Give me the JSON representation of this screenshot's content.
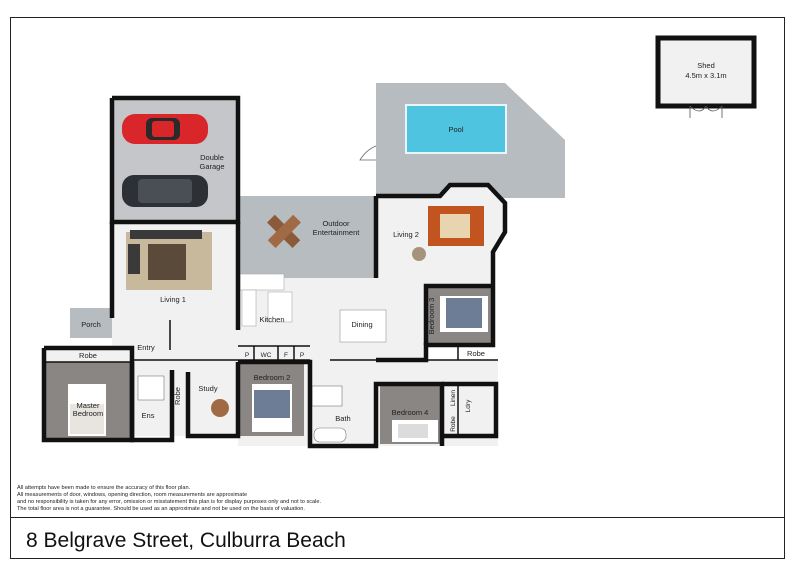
{
  "rooms": {
    "shed": "Shed",
    "shed_size": "4.5m x 3.1m",
    "pool": "Pool",
    "double_garage_1": "Double",
    "double_garage_2": "Garage",
    "outdoor_1": "Outdoor",
    "outdoor_2": "Entertainment",
    "living2": "Living 2",
    "living1": "Living 1",
    "kitchen": "Kitchen",
    "dining": "Dining",
    "bedroom3": "Bedroom 3",
    "robe_b3": "Robe",
    "porch": "Porch",
    "entry": "Entry",
    "robe_master": "Robe",
    "master_1": "Master",
    "master_2": "Bedroom",
    "ens": "Ens",
    "robe_ens": "Robe",
    "study": "Study",
    "p1": "P",
    "wc": "WC",
    "f": "F",
    "p2": "P",
    "bedroom2": "Bedroom 2",
    "bath": "Bath",
    "bedroom4": "Bedroom 4",
    "linen": "Linen",
    "robe_b4": "Robe",
    "ldry": "Ldry"
  },
  "colors": {
    "wall": "#111111",
    "floor": "#f1f1f1",
    "garage": "#c4c6c9",
    "outdoor": "#b7bcc1",
    "pool_water": "#4fc4e0",
    "car_red": "#d8262b",
    "car_dark": "#2d3034"
  },
  "disclaimer": [
    "All attempts have been made to ensure the accuracy of this floor plan.",
    "All measurements of door, windows, opening direction, room measurements are approximate",
    "and no responsibility is taken for any error, omission or misstatement this plan is for display purposes only and not to scale.",
    "The total floor area is not a guarantee. Should be used as an approximate and not be used on the basis of valuation."
  ],
  "address": "8 Belgrave Street, Culburra Beach"
}
